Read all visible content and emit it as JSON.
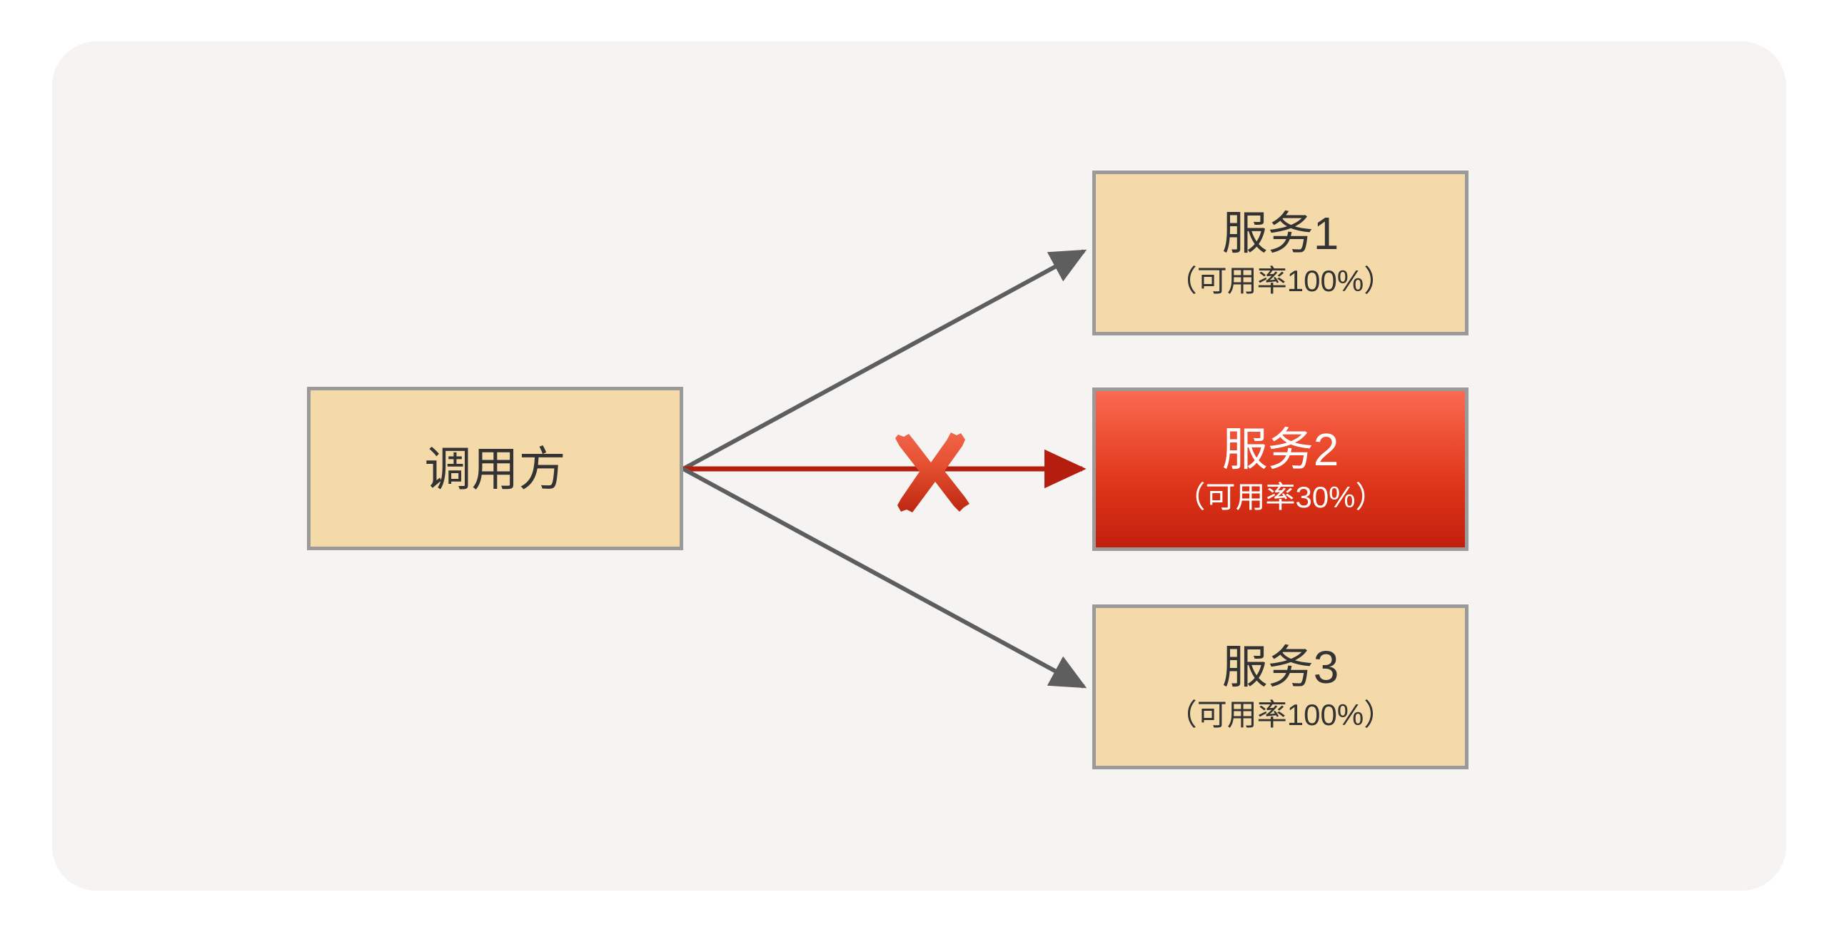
{
  "diagram": {
    "type": "service-availability-flow",
    "background_color": "#ffffff",
    "panel_color": "#f5f4f2",
    "caller": {
      "label": "调用方",
      "fill": "#f4daa8",
      "border": "#9a9a9a",
      "text_color": "#333333"
    },
    "services": [
      {
        "id": "service-1",
        "title": "服务1",
        "subtitle": "（可用率100%）",
        "availability": "100%",
        "state": "healthy",
        "fill": "#f4daa8",
        "border": "#9a9a9a",
        "text_color": "#333333"
      },
      {
        "id": "service-2",
        "title": "服务2",
        "subtitle": "（可用率30%）",
        "availability": "30%",
        "state": "degraded",
        "fill_top": "#fa6a52",
        "fill_bottom": "#c21f0d",
        "border": "#9a9a9a",
        "text_color": "#ffffff"
      },
      {
        "id": "service-3",
        "title": "服务3",
        "subtitle": "（可用率100%）",
        "availability": "100%",
        "state": "healthy",
        "fill": "#f4daa8",
        "border": "#9a9a9a",
        "text_color": "#333333"
      }
    ],
    "edges": [
      {
        "id": "edge-to-service-1",
        "from": "caller",
        "to": "service-1",
        "color": "#5e5e5e",
        "blocked": false
      },
      {
        "id": "edge-to-service-2",
        "from": "caller",
        "to": "service-2",
        "color": "#b51e0e",
        "blocked": true
      },
      {
        "id": "edge-to-service-3",
        "from": "caller",
        "to": "service-3",
        "color": "#5e5e5e",
        "blocked": false
      }
    ],
    "markers": [
      {
        "id": "blocked-x-mark",
        "icon": "x-mark-icon",
        "on_edge": "edge-to-service-2",
        "color_top": "#f05a3e",
        "color_bottom": "#c12a14"
      }
    ]
  }
}
